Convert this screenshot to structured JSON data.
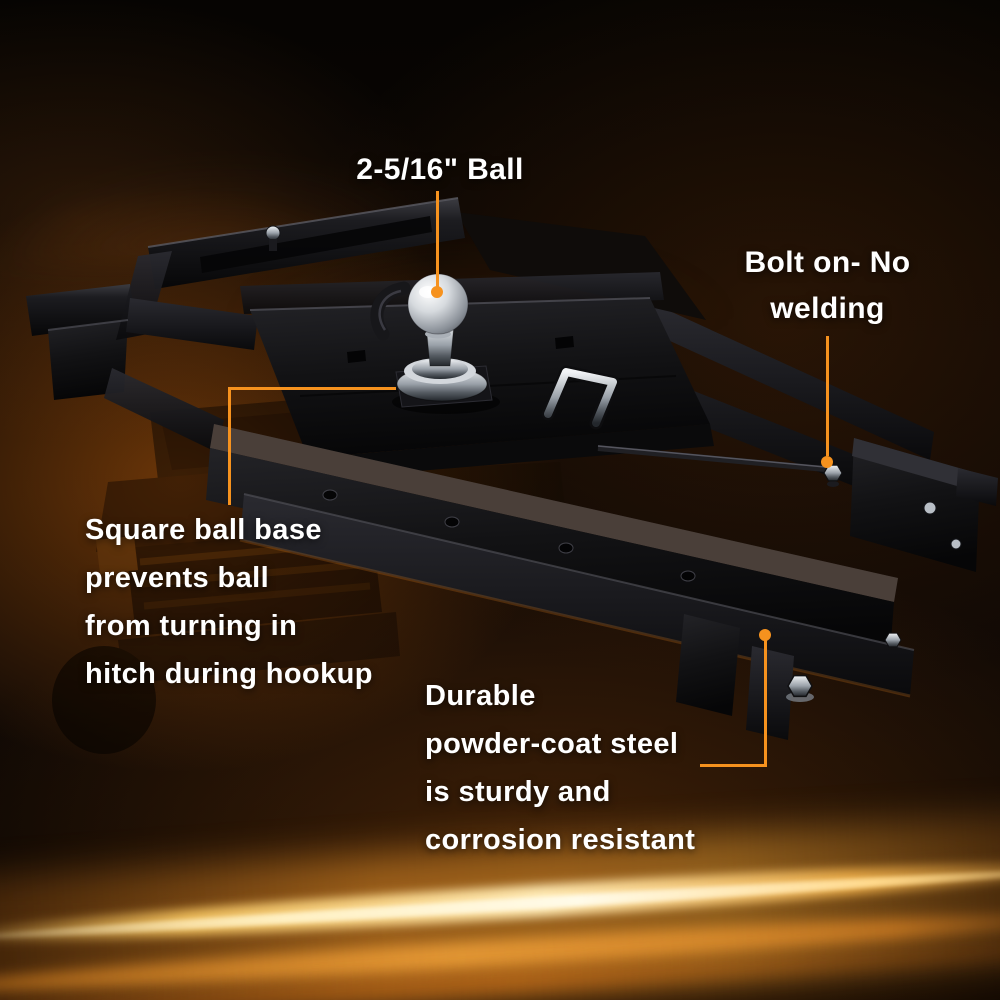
{
  "colors": {
    "accent": "#F6921E",
    "text": "#FFFFFF",
    "background": "#0B0603"
  },
  "callouts": {
    "ball": {
      "label": "2-5/16\" Ball"
    },
    "bolt_on": {
      "lines": [
        "Bolt on- No",
        "welding"
      ]
    },
    "square_base": {
      "lines": [
        "Square ball base",
        "prevents ball",
        "from turning in",
        "hitch during hookup"
      ]
    },
    "powder_coat": {
      "lines": [
        "Durable",
        "powder-coat steel",
        "is sturdy and",
        "corrosion resistant"
      ]
    }
  }
}
